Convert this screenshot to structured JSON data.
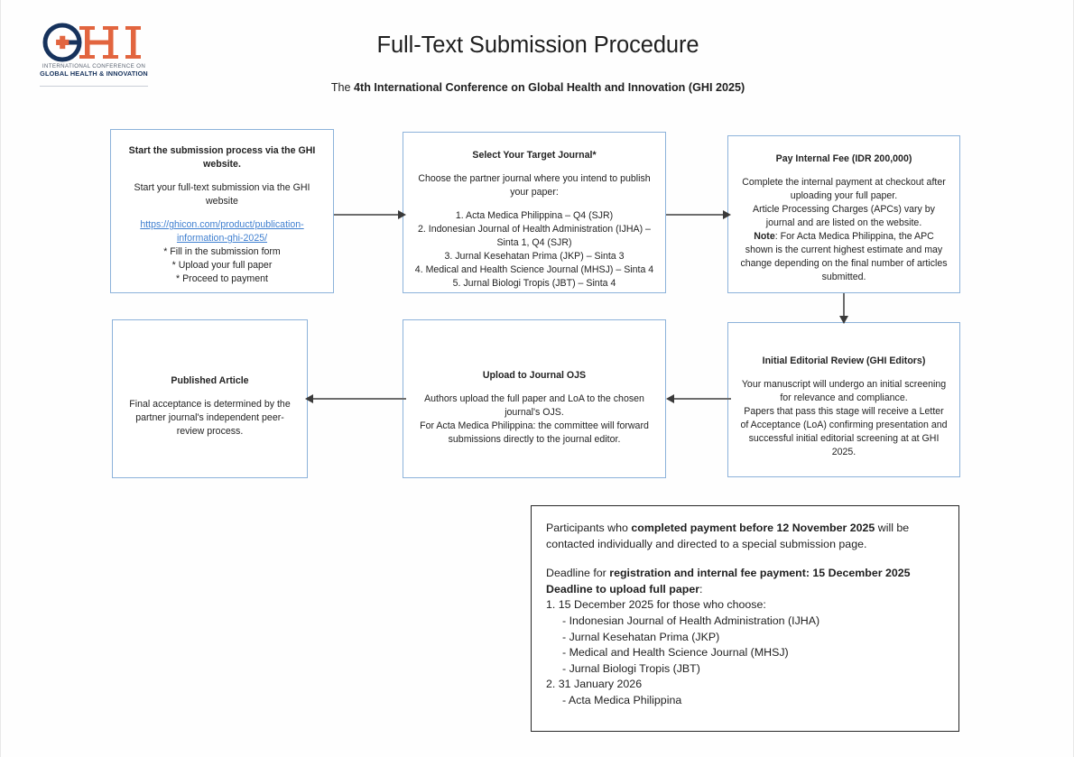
{
  "header": {
    "title": "Full-Text Submission Procedure",
    "subtitle_prefix": "The ",
    "subtitle_bold": "4th International Conference on Global Health and Innovation (GHI 2025)"
  },
  "logo": {
    "mark_g": "G",
    "mark_hi": "HI",
    "cross_icon": "medical-cross-icon",
    "tagline_line1": "INTERNATIONAL CONFERENCE ON",
    "tagline_line2": "GLOBAL HEALTH & INNOVATION",
    "color_navy": "#16325c",
    "color_orange": "#e2653f"
  },
  "flow": {
    "box1": {
      "heading": "Start the submission process via the GHI website.",
      "body1": "Start your full-text submission via the GHI website",
      "link": "https://ghicon.com/product/publication-information-ghi-2025/",
      "bullet1": "* Fill in the submission form",
      "bullet2": "* Upload your full paper",
      "bullet3": "* Proceed to payment"
    },
    "box2": {
      "heading": "Select Your Target Journal*",
      "body1": "Choose the partner journal where you intend to publish your paper:",
      "item1": "1. Acta Medica Philippina – Q4 (SJR)",
      "item2": "2. Indonesian Journal of Health Administration (IJHA) – Sinta 1, Q4 (SJR)",
      "item3": "3. Jurnal Kesehatan Prima (JKP) – Sinta 3",
      "item4": "4. Medical and Health Science Journal (MHSJ) – Sinta 4",
      "item5": "5. Jurnal Biologi Tropis (JBT) – Sinta 4"
    },
    "box3": {
      "heading": "Pay Internal Fee (IDR 200,000)",
      "body1": "Complete the internal payment at checkout after uploading your full paper.",
      "body2": "Article Processing Charges (APCs) vary by journal and are listed on the website.",
      "note_label": "Note",
      "note_text": ": For Acta Medica Philippina, the APC shown is the current highest estimate and may change depending on the final number of articles submitted."
    },
    "box4": {
      "heading": "Initial Editorial Review (GHI Editors)",
      "body1": "Your manuscript will undergo an initial screening for relevance and compliance.",
      "body2": "Papers that pass this stage will receive a Letter of Acceptance (LoA) confirming presentation and successful initial editorial screening at at GHI 2025."
    },
    "box5": {
      "heading": "Upload to Journal OJS",
      "body1": "Authors upload the full paper and LoA to the chosen journal's OJS.",
      "body2": "For Acta Medica Philippina: the committee will forward submissions directly to the journal editor."
    },
    "box6": {
      "heading": "Published Article",
      "body1": "Final acceptance is determined by the partner journal's independent peer-review process."
    }
  },
  "notice": {
    "p1_a": "Participants who ",
    "p1_b": "completed payment before 12 November 2025",
    "p1_c": " will be contacted individually and directed to a special submission page.",
    "p2_a": "Deadline for ",
    "p2_b": "registration and internal fee payment: 15 December 2025",
    "p3_b": "Deadline to upload full paper",
    "p3_c": ":",
    "item1": "1. 15 December 2025 for those who choose:",
    "sub1": "- Indonesian Journal of Health Administration (IJHA)",
    "sub2": "- Jurnal Kesehatan Prima (JKP)",
    "sub3": "- Medical and Health Science Journal (MHSJ)",
    "sub4": "- Jurnal Biologi Tropis (JBT)",
    "item2": "2. 31 January 2026",
    "sub5": "- Acta Medica Philippina"
  }
}
